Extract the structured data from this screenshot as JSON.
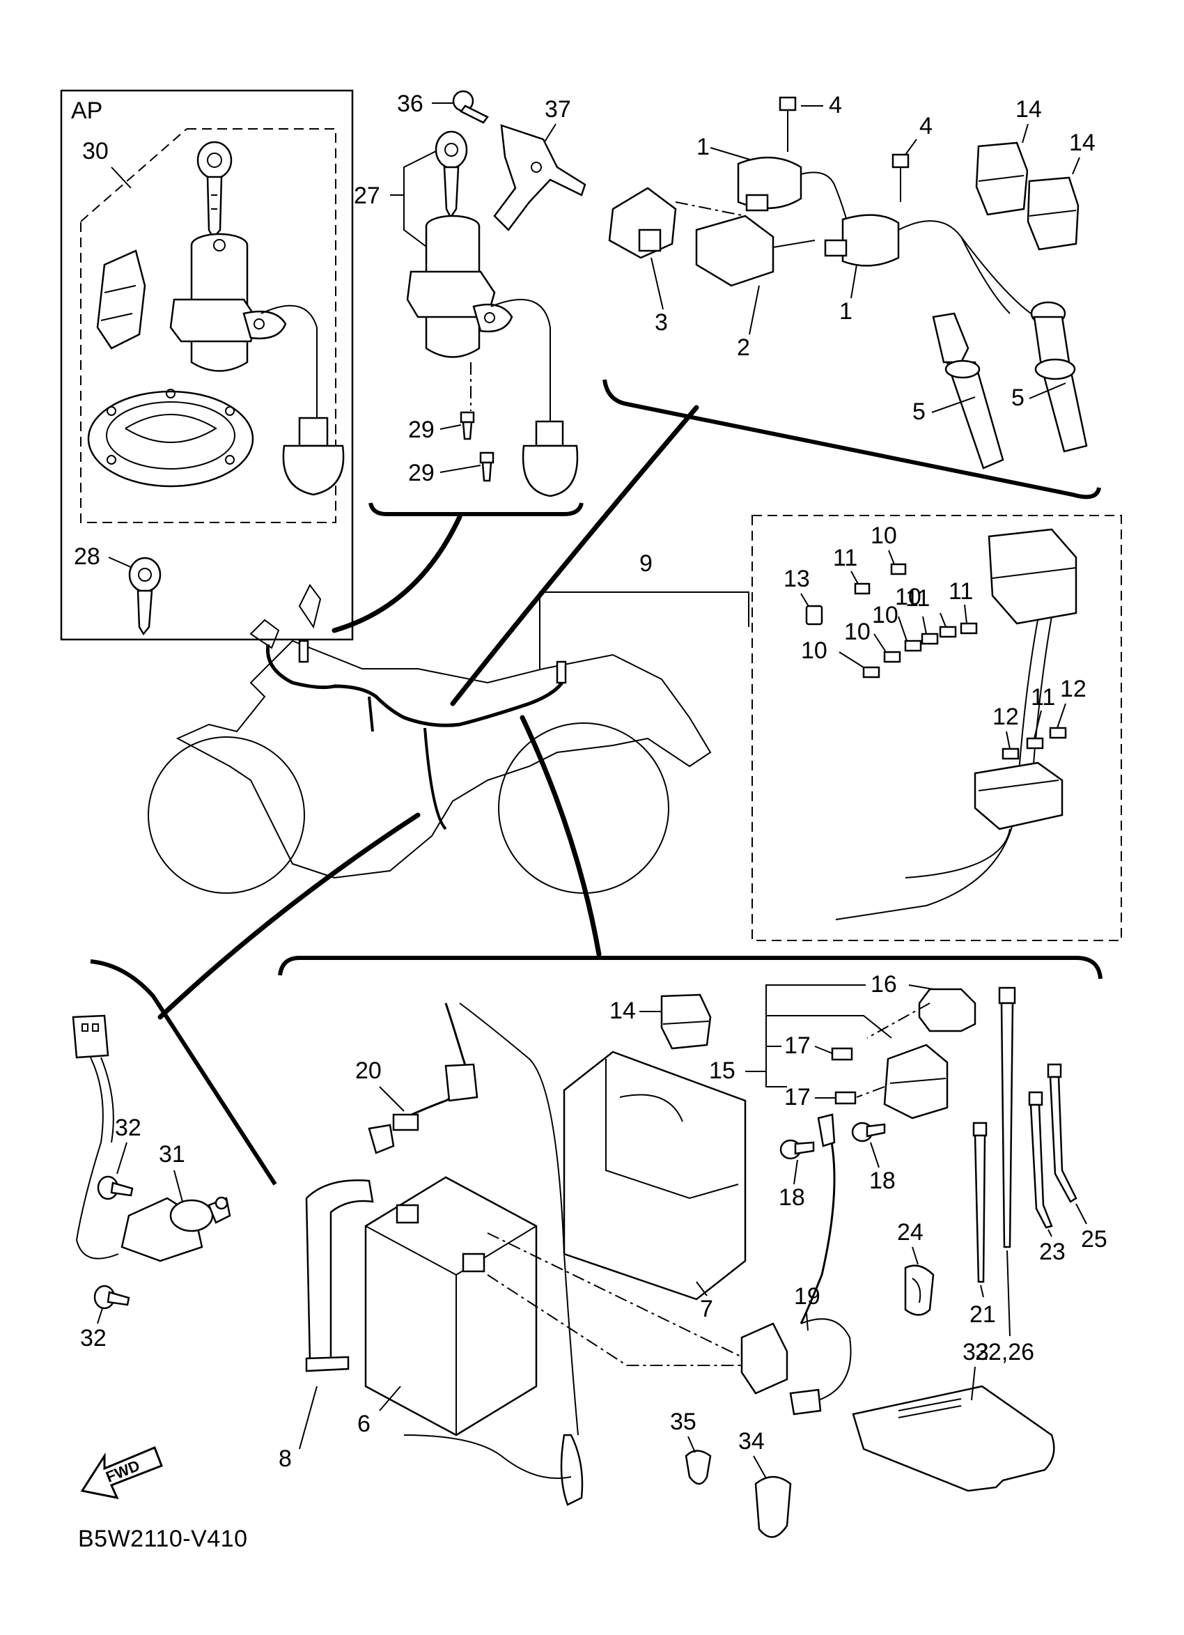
{
  "diagram": {
    "code": "B5W2110-V410",
    "group_tag": "AP",
    "fwd_label": "FWD",
    "labels": {
      "p1a": "1",
      "p1b": "1",
      "p2": "2",
      "p3": "3",
      "p4a": "4",
      "p4b": "4",
      "p5a": "5",
      "p5b": "5",
      "p6": "6",
      "p7": "7",
      "p8": "8",
      "p9": "9",
      "p10a": "10",
      "p10b": "10",
      "p10c": "10",
      "p10d": "10",
      "p10e": "10",
      "p11a": "11",
      "p11b": "11",
      "p11c": "11",
      "p11d": "11",
      "p12a": "12",
      "p12b": "12",
      "p13": "13",
      "p14a": "14",
      "p14b": "14",
      "p14c": "14",
      "p15": "15",
      "p16": "16",
      "p17a": "17",
      "p17b": "17",
      "p18a": "18",
      "p18b": "18",
      "p19": "19",
      "p20": "20",
      "p21": "21",
      "p22_26": "22,26",
      "p23": "23",
      "p24": "24",
      "p25": "25",
      "p27": "27",
      "p28": "28",
      "p29a": "29",
      "p29b": "29",
      "p30": "30",
      "p31": "31",
      "p32a": "32",
      "p32b": "32",
      "p33": "33",
      "p34": "34",
      "p35": "35",
      "p36": "36",
      "p37": "37"
    }
  }
}
